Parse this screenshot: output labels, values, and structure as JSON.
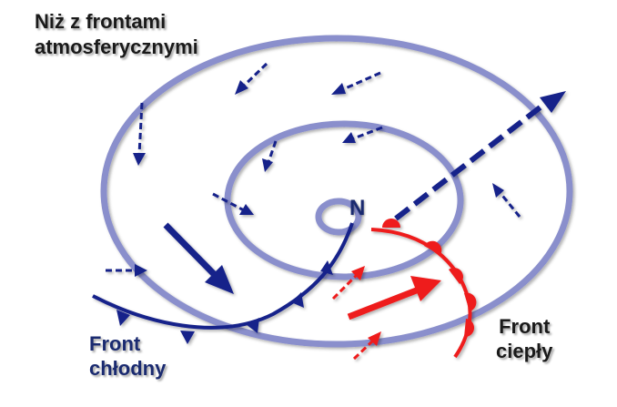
{
  "title": {
    "line1": "Niż z frontami",
    "line2": "atmosferycznymi"
  },
  "center_label": "N",
  "cold_front": {
    "line1": "Front",
    "line2": "chłodny"
  },
  "warm_front": {
    "line1": "Front",
    "line2": "ciepły"
  },
  "colors": {
    "isobar": "#8a8fcc",
    "cold": "#14208a",
    "warm": "#ee1b1b"
  }
}
